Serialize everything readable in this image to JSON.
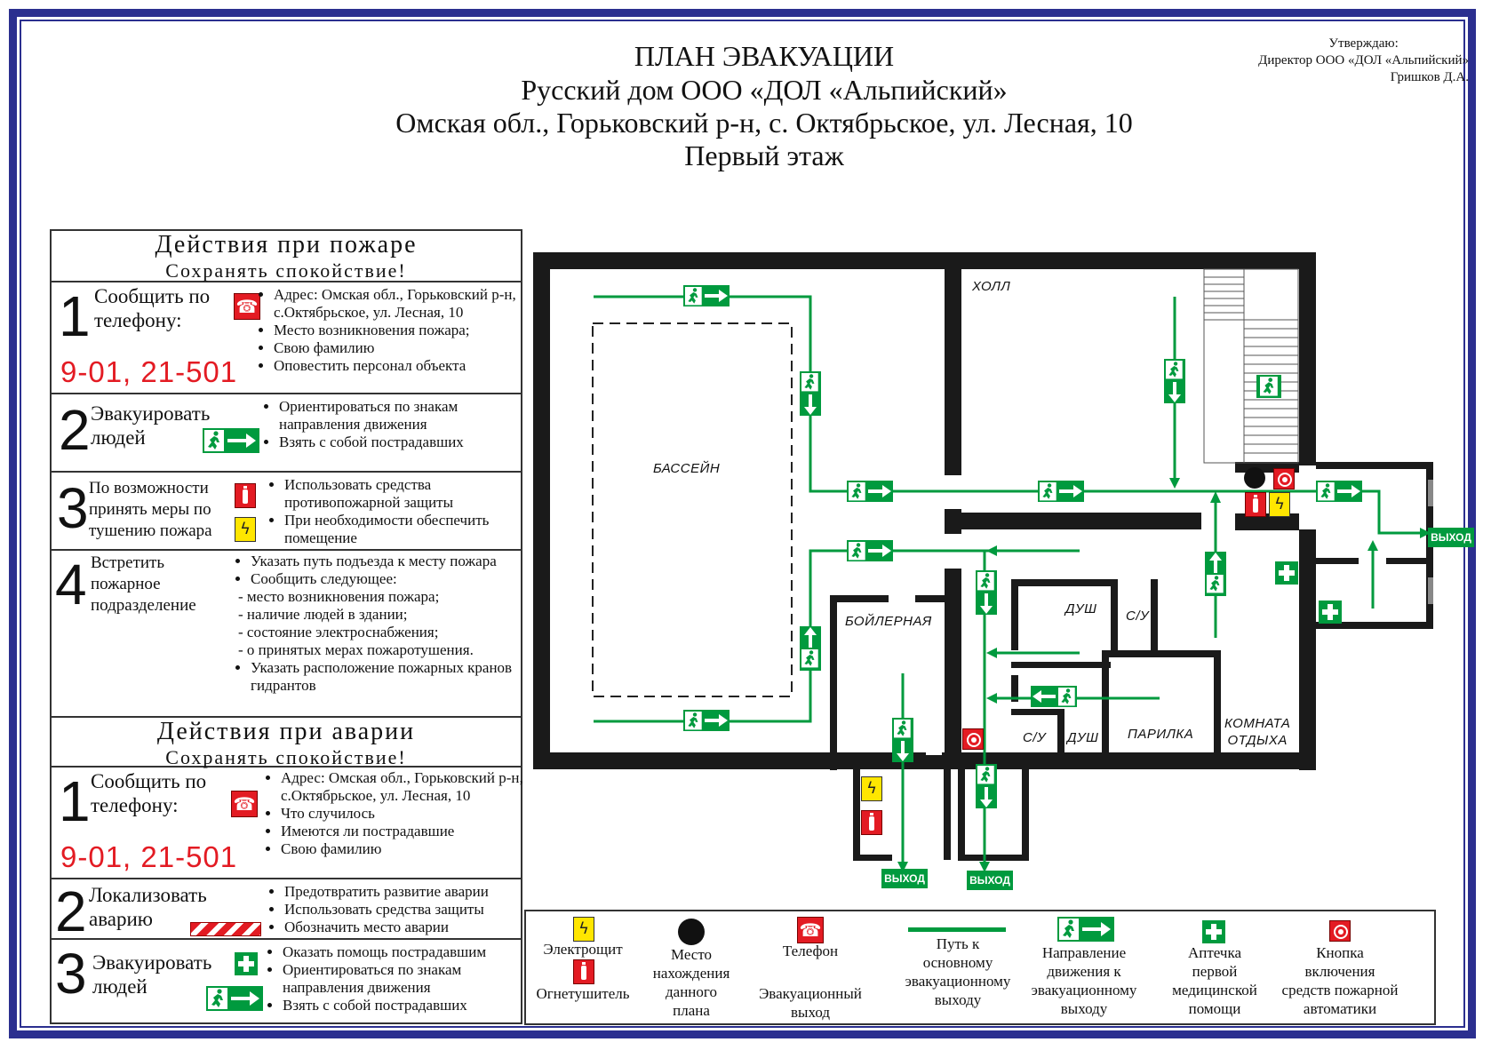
{
  "header": {
    "title_line1": "ПЛАН ЭВАКУАЦИИ",
    "title_line2": "Русский дом ООО «ДОЛ «Альпийский»",
    "title_line3": "Омская обл., Горьковский р-н, с. Октябрьское, ул. Лесная, 10",
    "title_line4": "Первый этаж"
  },
  "approval": {
    "line1": "Утверждаю:",
    "line2": "Директор ООО «ДОЛ «Альпийский»",
    "line3": "Гришков Д.А."
  },
  "fire": {
    "heading": "Действия при пожаре",
    "subheading": "Сохранять спокойствие!",
    "step1": {
      "num": "1",
      "label_l1": "Сообщить по",
      "label_l2": "телефону:",
      "phone": "9-01, 21-501",
      "bullets": [
        "Адрес: Омская обл., Горьковский р-н, с.Октябрьское, ул. Лесная, 10",
        "Место возникновения пожара;",
        "Свою фамилию",
        "Оповестить персонал объекта"
      ]
    },
    "step2": {
      "num": "2",
      "label_l1": "Эвакуировать",
      "label_l2": "людей",
      "bullets": [
        "Ориентироваться по знакам направления движения",
        "Взять с собой  пострадавших"
      ]
    },
    "step3": {
      "num": "3",
      "label_l1": "По возможности",
      "label_l2": "принять меры по",
      "label_l3": "тушению пожара",
      "bullets": [
        "Использовать средства противопожарной защиты",
        "При необходимости обеспечить помещение"
      ]
    },
    "step4": {
      "num": "4",
      "label_l1": "Встретить",
      "label_l2": "пожарное",
      "label_l3": "подразделение",
      "bullets": [
        "Указать путь подъезда к месту пожара",
        "Сообщить следующее:"
      ],
      "dashes": [
        "- место возникновения пожара;",
        "- наличие людей в здании;",
        "- состояние электроснабжения;",
        "- о принятых мерах пожаротушения."
      ],
      "bullets2": [
        "Указать расположение пожарных кранов гидрантов"
      ]
    }
  },
  "accident": {
    "heading": "Действия при аварии",
    "subheading": "Сохранять спокойствие!",
    "step1": {
      "num": "1",
      "label_l1": "Сообщить по",
      "label_l2": "телефону:",
      "phone": "9-01, 21-501",
      "bullets": [
        "Адрес: Омская обл., Горьковский р-н, с.Октябрьское, ул. Лесная, 10",
        "Что случилось",
        "Имеются ли пострадавшие",
        "Свою фамилию"
      ]
    },
    "step2": {
      "num": "2",
      "label_l1": "Локализовать",
      "label_l2": "аварию",
      "bullets": [
        "Предотвратить развитие аварии",
        "Использовать средства защиты",
        "Обозначить место аварии"
      ]
    },
    "step3": {
      "num": "3",
      "label_l1": "Эвакуировать",
      "label_l2": "людей",
      "bullets": [
        "Оказать помощь пострадавшим",
        "Ориентироваться по знакам направления движения",
        "Взять с собой пострадавших"
      ]
    }
  },
  "plan": {
    "rooms": {
      "hall": "ХОЛЛ",
      "pool": "БАССЕЙН",
      "boiler": "БОЙЛЕРНАЯ",
      "shower1": "ДУШ",
      "wc1": "С/У",
      "wc2": "С/У",
      "shower2": "ДУШ",
      "sauna": "ПАРИЛКА",
      "rest_l1": "КОМНАТА",
      "rest_l2": "ОТДЫХА"
    },
    "exit_label": "ВЫХОД",
    "colors": {
      "route": "#009a3e",
      "wall": "#1a1a1a",
      "frame": "#2b2f8f",
      "alarm": "#e31b23",
      "electric": "#ffe600"
    }
  },
  "legend": {
    "electric": "Электрощит",
    "extinguisher": "Огнетушитель",
    "location_l1": "Место",
    "location_l2": "нахождения",
    "location_l3": "данного",
    "location_l4": "плана",
    "phone": "Телефон",
    "exit_l1": "Эвакуационный",
    "exit_l2": "выход",
    "route_l1": "Путь к",
    "route_l2": "основному",
    "route_l3": "эвакуационному",
    "route_l4": "выходу",
    "direction_l1": "Направление",
    "direction_l2": "движения к",
    "direction_l3": "эвакуационному",
    "direction_l4": "выходу",
    "firstaid_l1": "Аптечка",
    "firstaid_l2": "первой",
    "firstaid_l3": "медицинской",
    "firstaid_l4": "помощи",
    "button_l1": "Кнопка",
    "button_l2": "включения",
    "button_l3": "средств пожарной",
    "button_l4": "автоматики"
  }
}
